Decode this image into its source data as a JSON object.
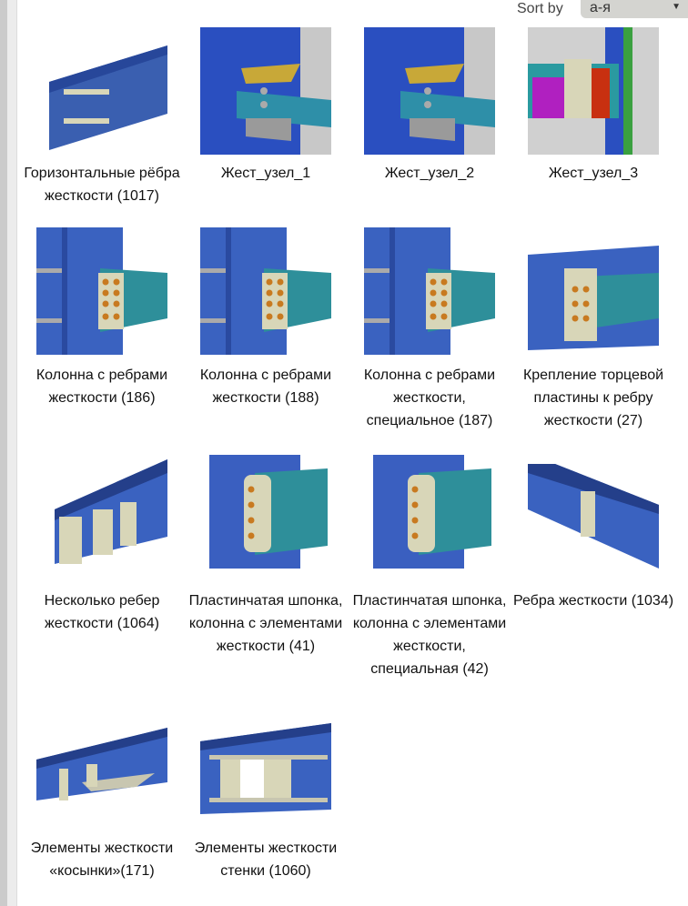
{
  "sort": {
    "label": "Sort by",
    "value": "а-я"
  },
  "items": [
    {
      "label": "Горизонтальные рёбра жесткости (1017)",
      "icon": "beam-horizontal-stiffeners"
    },
    {
      "label": "Жест_узел_1",
      "icon": "column-beam-node"
    },
    {
      "label": "Жест_узел_2",
      "icon": "column-beam-node"
    },
    {
      "label": "Жест_узел_3",
      "icon": "column-beam-node-colored"
    },
    {
      "label": "Колонна с ребрами жесткости (186)",
      "icon": "column-end-plate"
    },
    {
      "label": "Колонна с ребрами жесткости (188)",
      "icon": "column-end-plate"
    },
    {
      "label": "Колонна с ребрами жесткости, специальное (187)",
      "icon": "column-end-plate"
    },
    {
      "label": "Крепление торцевой пластины к ребру жесткости (27)",
      "icon": "beam-end-plate"
    },
    {
      "label": "Несколько ребер жесткости (1064)",
      "icon": "beam-multiple-stiffeners"
    },
    {
      "label": "Пластинчатая шпонка, колонна с элементами жесткости (41)",
      "icon": "column-shear-plate"
    },
    {
      "label": "Пластинчатая шпонка, колонна с элементами жесткости, специальная (42)",
      "icon": "column-shear-plate"
    },
    {
      "label": "Ребра жесткости (1034)",
      "icon": "beam-stiffener"
    },
    {
      "label": "Элементы жесткости «косынки»(171)",
      "icon": "beam-gussets"
    },
    {
      "label": "Элементы жесткости стенки (1060)",
      "icon": "beam-web-stiffeners"
    }
  ]
}
